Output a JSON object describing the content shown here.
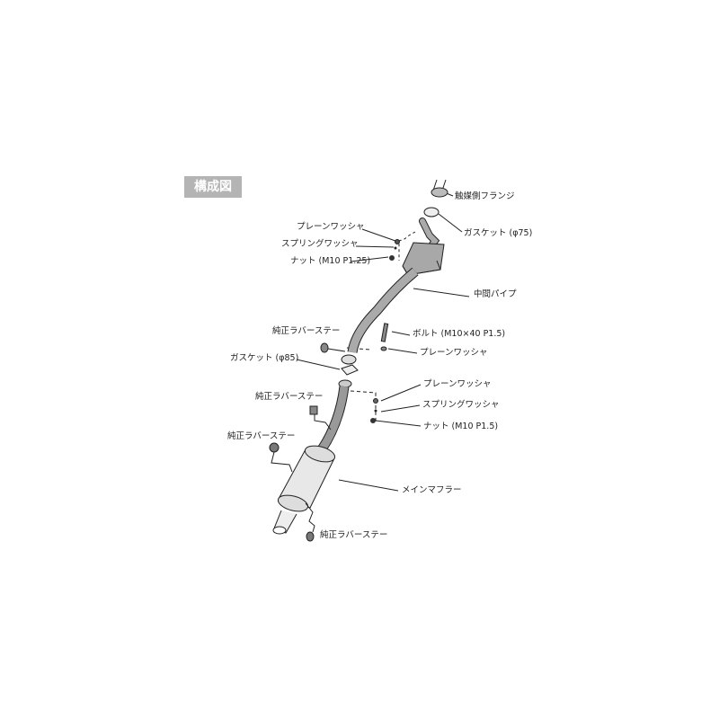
{
  "title": "構成図",
  "labels": {
    "catalyst_flange": "触媒側フランジ",
    "gasket_75": "ガスケット (φ75)",
    "plain_washer_1": "プレーンワッシャ",
    "spring_washer_1": "スプリングワッシャ",
    "nut_125": "ナット (M10 P1.25)",
    "center_pipe": "中間パイプ",
    "rubber_stay_1": "純正ラバーステー",
    "bolt": "ボルト (M10×40 P1.5)",
    "plain_washer_2": "プレーンワッシャ",
    "gasket_85": "ガスケット (φ85)",
    "plain_washer_3": "プレーンワッシャ",
    "spring_washer_2": "スプリングワッシャ",
    "nut_15": "ナット (M10 P1.5)",
    "rubber_stay_2": "純正ラバーステー",
    "rubber_stay_3": "純正ラバーステー",
    "main_muffler": "メインマフラー",
    "rubber_stay_4": "純正ラバーステー"
  },
  "colors": {
    "pipe": "#a8a8a8",
    "outline": "#222222",
    "title_bg": "#b4b4b4"
  }
}
